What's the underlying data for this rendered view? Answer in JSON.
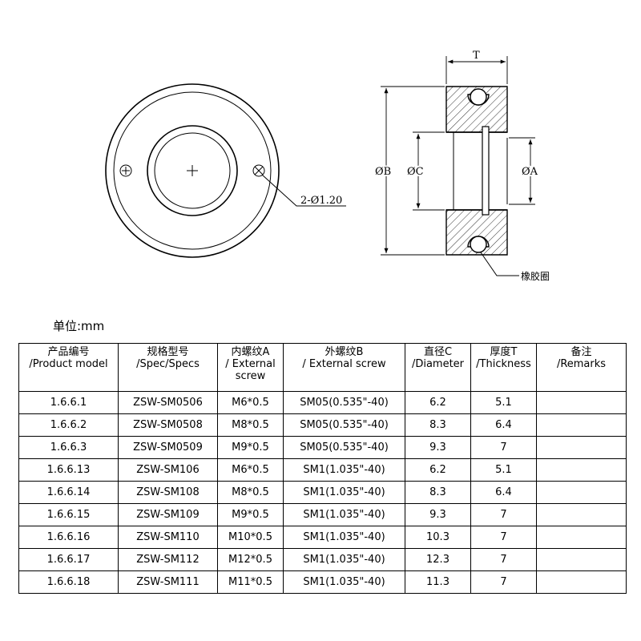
{
  "drawing": {
    "hole_note": "2-Ø1.20",
    "dim_T": "T",
    "dim_B": "ØB",
    "dim_C": "ØC",
    "dim_A": "ØA",
    "rubber_ring_label": "橡胶圈"
  },
  "unit_label": "单位:mm",
  "table": {
    "headers": [
      {
        "lines": [
          "产品编号",
          "/Product  model"
        ]
      },
      {
        "lines": [
          "规格型号",
          "/Spec/Specs"
        ]
      },
      {
        "lines": [
          "内螺纹A",
          "/ External",
          "screw"
        ]
      },
      {
        "lines": [
          "外螺纹B",
          "/ External screw"
        ]
      },
      {
        "lines": [
          "直径C",
          "/Diameter"
        ]
      },
      {
        "lines": [
          "厚度T",
          "/Thickness"
        ]
      },
      {
        "lines": [
          "备注",
          "/Remarks"
        ]
      }
    ],
    "rows": [
      [
        "1.6.6.1",
        "ZSW-SM0506",
        "M6*0.5",
        "SM05(0.535\"-40)",
        "6.2",
        "5.1",
        ""
      ],
      [
        "1.6.6.2",
        "ZSW-SM0508",
        "M8*0.5",
        "SM05(0.535\"-40)",
        "8.3",
        "6.4",
        ""
      ],
      [
        "1.6.6.3",
        "ZSW-SM0509",
        "M9*0.5",
        "SM05(0.535\"-40)",
        "9.3",
        "7",
        ""
      ],
      [
        "1.6.6.13",
        "ZSW-SM106",
        "M6*0.5",
        "SM1(1.035\"-40)",
        "6.2",
        "5.1",
        ""
      ],
      [
        "1.6.6.14",
        "ZSW-SM108",
        "M8*0.5",
        "SM1(1.035\"-40)",
        "8.3",
        "6.4",
        ""
      ],
      [
        "1.6.6.15",
        "ZSW-SM109",
        "M9*0.5",
        "SM1(1.035\"-40)",
        "9.3",
        "7",
        ""
      ],
      [
        "1.6.6.16",
        "ZSW-SM110",
        "M10*0.5",
        "SM1(1.035\"-40)",
        "10.3",
        "7",
        ""
      ],
      [
        "1.6.6.17",
        "ZSW-SM112",
        "M12*0.5",
        "SM1(1.035\"-40)",
        "12.3",
        "7",
        ""
      ],
      [
        "1.6.6.18",
        "ZSW-SM111",
        "M11*0.5",
        "SM1(1.035\"-40)",
        "11.3",
        "7",
        ""
      ]
    ]
  }
}
